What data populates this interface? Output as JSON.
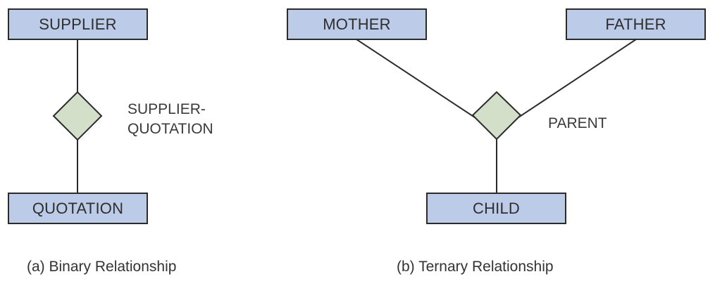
{
  "colors": {
    "entity_fill": "#bccbe8",
    "relationship_fill": "#d3dfc9",
    "stroke": "#2b2b2b"
  },
  "binary": {
    "entities": [
      "SUPPLIER",
      "QUOTATION"
    ],
    "relationship_lines": [
      "SUPPLIER-",
      "QUOTATION"
    ],
    "caption": "(a) Binary Relationship"
  },
  "ternary": {
    "entities": [
      "MOTHER",
      "FATHER",
      "CHILD"
    ],
    "relationship": "PARENT",
    "caption": "(b) Ternary Relationship"
  }
}
